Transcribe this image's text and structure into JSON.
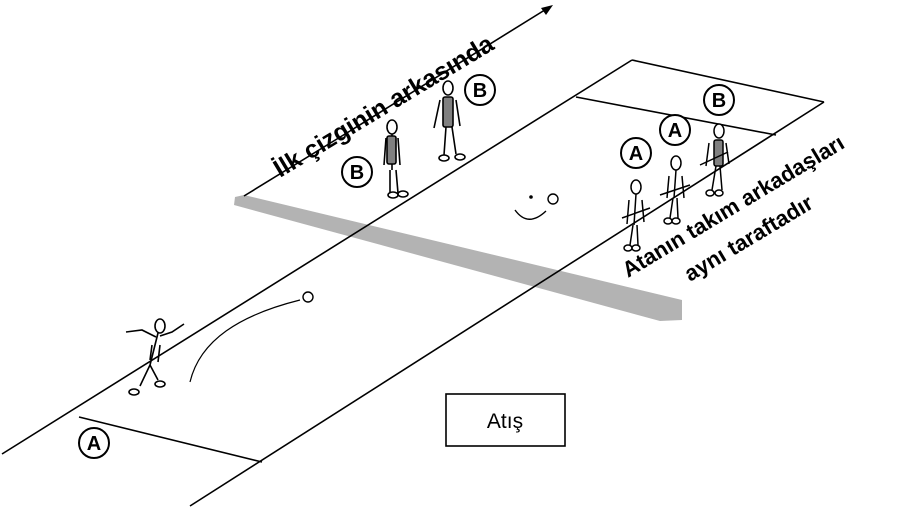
{
  "labels": {
    "behind_first_line": "İlk çizginin arkasında",
    "thrower_teammates_line1": "Atanın takım arkadaşları",
    "thrower_teammates_line2": "aynı taraftadır",
    "throw_box": "Atış"
  },
  "team_markers": {
    "a": "A",
    "b": "B"
  },
  "colors": {
    "line": "#000000",
    "band": "#b3b3b3",
    "figure_fill": "#808080"
  }
}
